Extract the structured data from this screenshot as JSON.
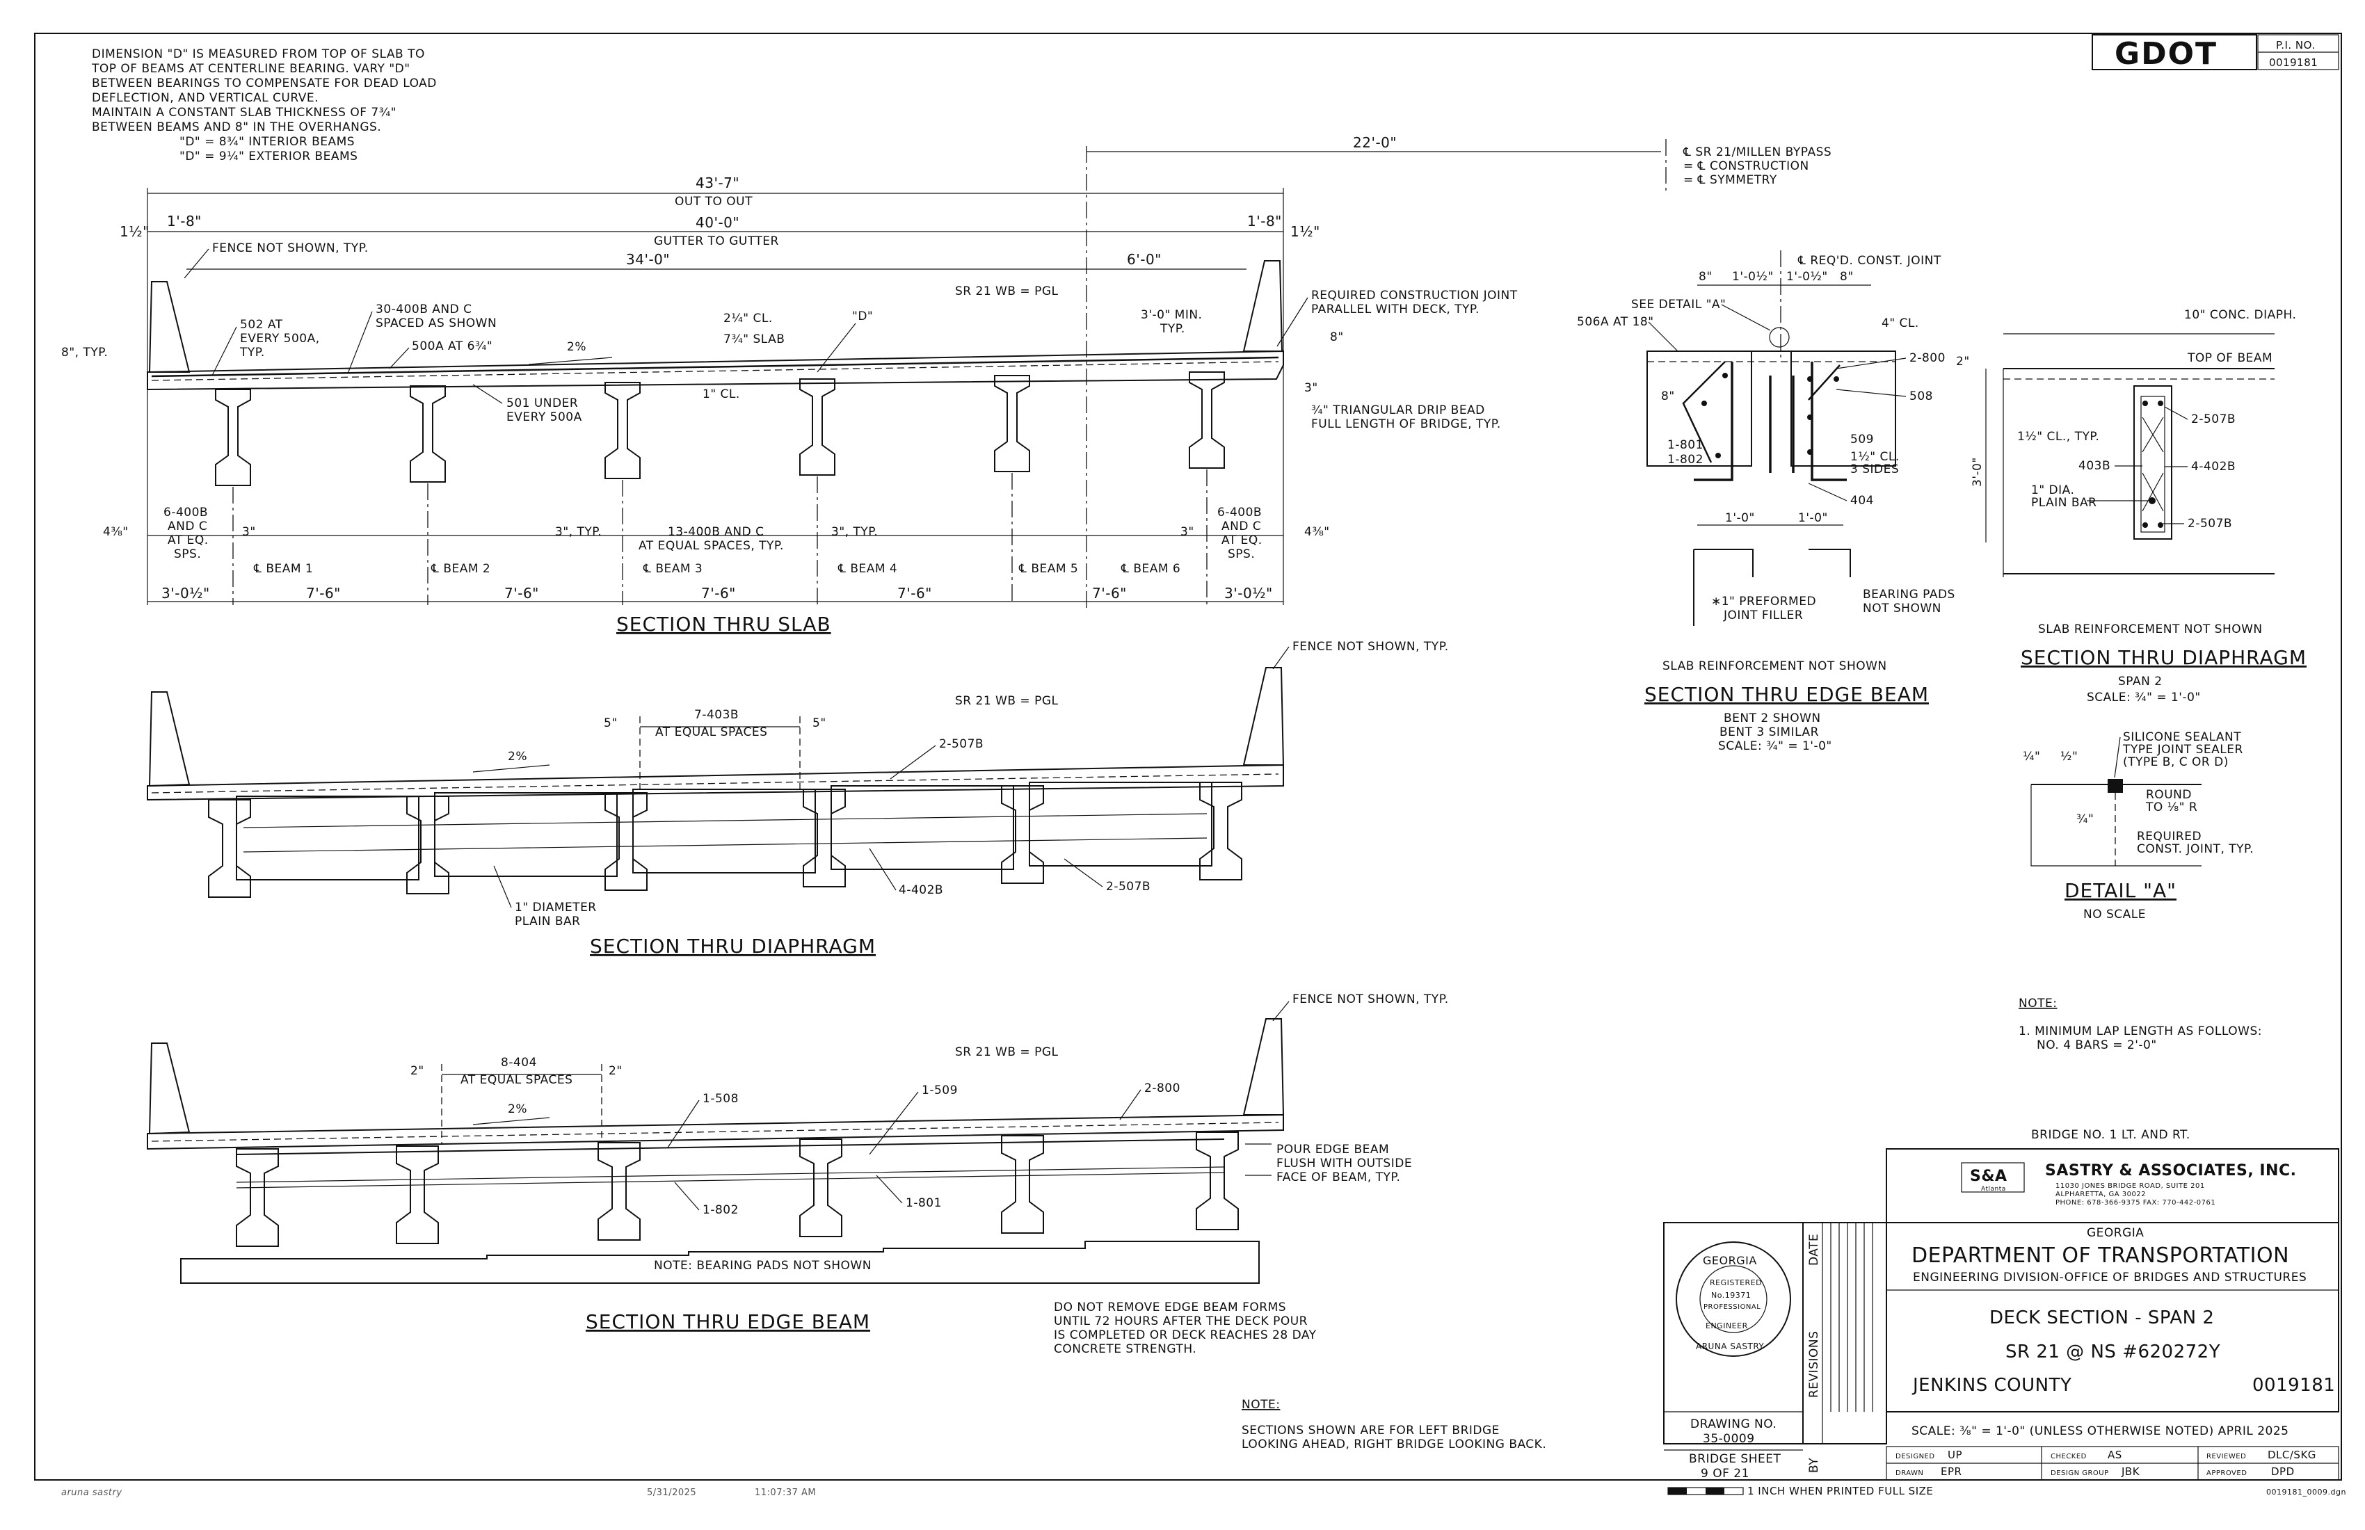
{
  "header": {
    "logo": "GDOT",
    "pi_label": "P.I. NO.",
    "pi_number": "0019181"
  },
  "general_notes": [
    "DIMENSION \"D\" IS MEASURED FROM TOP OF SLAB TO",
    "TOP OF BEAMS AT CENTERLINE BEARING. VARY \"D\"",
    "BETWEEN BEARINGS TO COMPENSATE FOR DEAD LOAD",
    "DEFLECTION, AND VERTICAL CURVE.",
    "MAINTAIN A CONSTANT SLAB THICKNESS OF 7¾\"",
    "BETWEEN BEAMS AND 8\" IN THE OVERHANGS.",
    "\"D\" = 8¾\" INTERIOR BEAMS",
    "\"D\" = 9¼\" EXTERIOR BEAMS"
  ],
  "slab_section": {
    "title": "SECTION THRU SLAB",
    "dims": {
      "out_to_out": "43'-7\"",
      "out_to_out_label": "OUT TO OUT",
      "gutter": "40'-0\"",
      "gutter_label": "GUTTER TO GUTTER",
      "left_part": "34'-0\"",
      "right_part": "6'-0\"",
      "offset_22": "22'-0\"",
      "parapet_l": "1'-8\"",
      "parapet_r": "1'-8\"",
      "edge_l": "1½\"",
      "edge_r": "1½\"",
      "min_3": "3'-0\" MIN.",
      "typ": "TYP.",
      "eight_typ": "8\", TYP.",
      "eight": "8\"",
      "three": "3\""
    },
    "bottom_dims": [
      "3'-0½\"",
      "7'-6\"",
      "7'-6\"",
      "7'-6\"",
      "7'-6\"",
      "7'-6\"",
      "3'-0½\""
    ],
    "beams": [
      "℄ BEAM 1",
      "℄ BEAM 2",
      "℄ BEAM 3",
      "℄ BEAM 4",
      "℄ BEAM 5",
      "℄ BEAM 6"
    ],
    "labels": {
      "fence": "FENCE NOT SHOWN, TYP.",
      "pgl": "SR 21 WB = PGL",
      "r502a": [
        "502 AT",
        "EVERY 500A,",
        "TYP."
      ],
      "r30400b": [
        "30-400B AND C",
        "SPACED AS SHOWN"
      ],
      "r500a": "500A AT 6¾\"",
      "pct": "2%",
      "cl_214": "2¼\" CL.",
      "slab_734": "7¾\" SLAB",
      "d": "\"D\"",
      "r501": [
        "501 UNDER",
        "EVERY 500A"
      ],
      "cl_1": "1\" CL.",
      "rcj": [
        "REQUIRED CONSTRUCTION JOINT",
        "PARALLEL WITH DECK, TYP."
      ],
      "drip": [
        "¾\" TRIANGULAR DRIP BEAD",
        "FULL LENGTH OF BRIDGE, TYP."
      ],
      "l6400": [
        "6-400B",
        "AND C",
        "AT EQ.",
        "SPS."
      ],
      "r6400": [
        "6-400B",
        "AND C",
        "AT EQ.",
        "SPS."
      ],
      "mid13": [
        "13-400B AND C",
        "AT EQUAL SPACES, TYP."
      ],
      "three_typ": "3\", TYP.",
      "three": "3\"",
      "four38": "4⅜\""
    }
  },
  "centerline": [
    "℄ SR 21/MILLEN BYPASS",
    "= ℄ CONSTRUCTION",
    "= ℄ SYMMETRY"
  ],
  "diaph_section": {
    "title": "SECTION THRU DIAPHRAGM",
    "labels": {
      "fence": "FENCE NOT SHOWN, TYP.",
      "pgl": "SR 21 WB = PGL",
      "r7403b": "7-403B",
      "equal": "AT EQUAL SPACES",
      "five": "5\"",
      "r2507b_a": "2-507B",
      "r2507b_b": "2-507B",
      "r4402b": "4-402B",
      "plain": [
        "1\" DIAMETER",
        "PLAIN BAR"
      ],
      "pct": "2%"
    }
  },
  "edge_section": {
    "title": "SECTION THRU EDGE BEAM",
    "labels": {
      "fence": "FENCE NOT SHOWN, TYP.",
      "pgl": "SR 21 WB = PGL",
      "r8404": "8-404",
      "equal": "AT EQUAL SPACES",
      "two": "2\"",
      "r1508": "1-508",
      "r1509": "1-509",
      "r2800": "2-800",
      "r1802": "1-802",
      "r1801": "1-801",
      "pour": [
        "POUR EDGE BEAM",
        "FLUSH WITH OUTSIDE",
        "FACE OF BEAM, TYP."
      ],
      "pads": "NOTE: BEARING PADS NOT SHOWN",
      "pct": "2%"
    },
    "form_note": [
      "DO NOT REMOVE EDGE BEAM FORMS",
      "UNTIL 72 HOURS AFTER THE DECK POUR",
      "IS COMPLETED OR DECK REACHES 28 DAY",
      "CONCRETE STRENGTH."
    ]
  },
  "bottom_note": {
    "title": "NOTE:",
    "lines": [
      "SECTIONS SHOWN ARE FOR LEFT BRIDGE",
      "LOOKING AHEAD, RIGHT BRIDGE LOOKING BACK."
    ]
  },
  "edge_detail": {
    "title": "SECTION THRU EDGE BEAM",
    "sub": [
      "BENT 2 SHOWN",
      "BENT 3 SIMILAR",
      "SCALE: ¾\" = 1'-0\""
    ],
    "reinf_note": "SLAB REINFORCEMENT NOT SHOWN",
    "labels": {
      "cjoint": "℄ REQ'D. CONST. JOINT",
      "dims_top": [
        "8\"",
        "1'-0½\"",
        "1'-0½\"",
        "8\""
      ],
      "see_detail": "SEE DETAIL \"A\"",
      "r506a": "506A AT 18\"",
      "cl4": "4\" CL.",
      "r2800": "2-800",
      "r508": "508",
      "r509": "509",
      "cl112": [
        "1½\" CL.",
        "3 SIDES"
      ],
      "r801": "1-801",
      "r802": "1-802",
      "r404": "404",
      "eight": "8\"",
      "dim10a": "1'-0\"",
      "dim10b": "1'-0\"",
      "filler": [
        "∗1\" PREFORMED",
        "JOINT FILLER"
      ],
      "pads": [
        "BEARING PADS",
        "NOT SHOWN"
      ]
    }
  },
  "diaph_detail": {
    "title": "SECTION THRU DIAPHRAGM",
    "sub": [
      "SPAN 2",
      "SCALE: ¾\" = 1'-0\""
    ],
    "reinf_note": "SLAB REINFORCEMENT NOT SHOWN",
    "labels": {
      "conc": "10\" CONC. DIAPH.",
      "two": "2\"",
      "top": "TOP OF BEAM",
      "r2507b_top": "2-507B",
      "cl112": "1½\" CL., TYP.",
      "r403b": "403B",
      "r4402b": "4-402B",
      "plain": [
        "1\" DIA.",
        "PLAIN BAR"
      ],
      "r2507b_bot": "2-507B",
      "height": "3'-0\""
    }
  },
  "detail_a": {
    "title": "DETAIL \"A\"",
    "sub": "NO SCALE",
    "labels": {
      "sealant": [
        "SILICONE SEALANT",
        "TYPE JOINT SEALER",
        "(TYPE B, C OR D)"
      ],
      "round": [
        "ROUND",
        "TO ⅛\" R"
      ],
      "rcj": [
        "REQUIRED",
        "CONST. JOINT, TYP."
      ],
      "q": "¼\"",
      "h": "½\"",
      "tq": "¾\""
    }
  },
  "lap_note": {
    "title": "NOTE:",
    "lines": [
      "1. MINIMUM LAP LENGTH AS FOLLOWS:",
      "NO. 4 BARS = 2'-0\""
    ]
  },
  "title_block": {
    "bridge": "BRIDGE NO. 1 LT. AND RT.",
    "firm_logo": "S&A",
    "firm_city": "Atlanta",
    "firm": "SASTRY & ASSOCIATES, INC.",
    "firm_addr": [
      "11030 JONES BRIDGE ROAD, SUITE 201",
      "ALPHARETTA, GA 30022",
      "PHONE: 678-366-9375     FAX: 770-442-0761"
    ],
    "state": "GEORGIA",
    "dept": "DEPARTMENT OF TRANSPORTATION",
    "division": "ENGINEERING DIVISION-OFFICE OF BRIDGES AND STRUCTURES",
    "sheet_title": "DECK SECTION - SPAN 2",
    "route": "SR 21 @ NS #620272Y",
    "county": "JENKINS COUNTY",
    "pi": "0019181",
    "scale": "SCALE: ⅜\" = 1'-0\" (UNLESS OTHERWISE NOTED)   APRIL 2025",
    "drawing_no_label": "DRAWING NO.",
    "drawing_no": "35-0009",
    "bridge_sheet_label": "BRIDGE SHEET",
    "bridge_sheet": "9  OF  21",
    "date_col": "DATE",
    "revisions_col": "REVISIONS",
    "by_col": "BY",
    "seal": [
      "GEORGIA",
      "REGISTERED",
      "No.19371",
      "PROFESSIONAL",
      "ENGINEER",
      "ARUNA SASTRY"
    ],
    "sign": {
      "designed_label": "DESIGNED",
      "designed": "UP",
      "drawn_label": "DRAWN",
      "drawn": "EPR",
      "checked_label": "CHECKED",
      "checked": "AS",
      "group_label": "DESIGN GROUP",
      "group": "JBK",
      "reviewed_label": "REVIEWED",
      "reviewed": "DLC/SKG",
      "approved_label": "APPROVED",
      "approved": "DPD"
    },
    "bar": "1 INCH WHEN PRINTED FULL SIZE",
    "file": "0019181_0009.dgn"
  },
  "footer": {
    "user": "aruna sastry",
    "date": "5/31/2025",
    "time": "11:07:37 AM"
  }
}
